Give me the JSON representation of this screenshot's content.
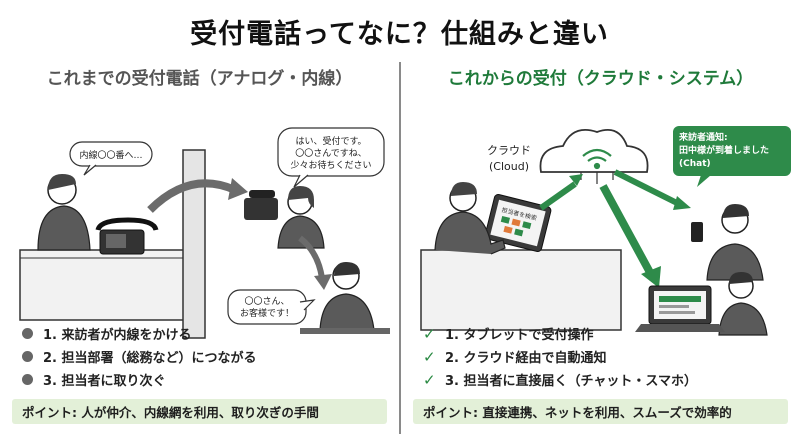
{
  "title": "受付電話ってなに？仕組みと違い",
  "left": {
    "heading": "これまでの受付電話（アナログ・内線）",
    "visitor_bubble": "内線〇〇番へ…",
    "reception_bubble": [
      "はい、受付です。",
      "〇〇さんですね、",
      "少々お待ちください"
    ],
    "staff_bubble": [
      "〇〇さん、",
      "お客様です！"
    ],
    "steps": [
      "1. 来訪者が内線をかける",
      "2. 担当部署（総務など）につながる",
      "3. 担当者に取り次ぐ"
    ],
    "point": "ポイント: 人が仲介、内線網を利用、取り次ぎの手間"
  },
  "right": {
    "heading": "これからの受付（クラウド・システム）",
    "cloud_label": [
      "クラウド",
      "(Cloud)"
    ],
    "tablet_label": "担当者を検索",
    "chat_bubble": [
      "来訪者通知:",
      "田中様が到着しました",
      "(Chat)"
    ],
    "steps": [
      "1. タブレットで受付操作",
      "2. クラウド経由で自動通知",
      "3. 担当者に直接届く（チャット・スマホ）"
    ],
    "point": "ポイント: 直接連携、ネットを利用、スムーズで効率的"
  },
  "colors": {
    "green_accent": "#1f7a3a",
    "arrow_green": "#2e8b4a",
    "arrow_gray": "#6b6b6b",
    "point_bg": "#e3f0d8",
    "chat_bubble_bg": "#2e8b4a"
  },
  "icons": [
    "phone-icon",
    "cloud-icon",
    "wifi-icon",
    "tablet-icon",
    "smartphone-icon",
    "laptop-icon",
    "check-icon",
    "bullet-dot-icon"
  ]
}
